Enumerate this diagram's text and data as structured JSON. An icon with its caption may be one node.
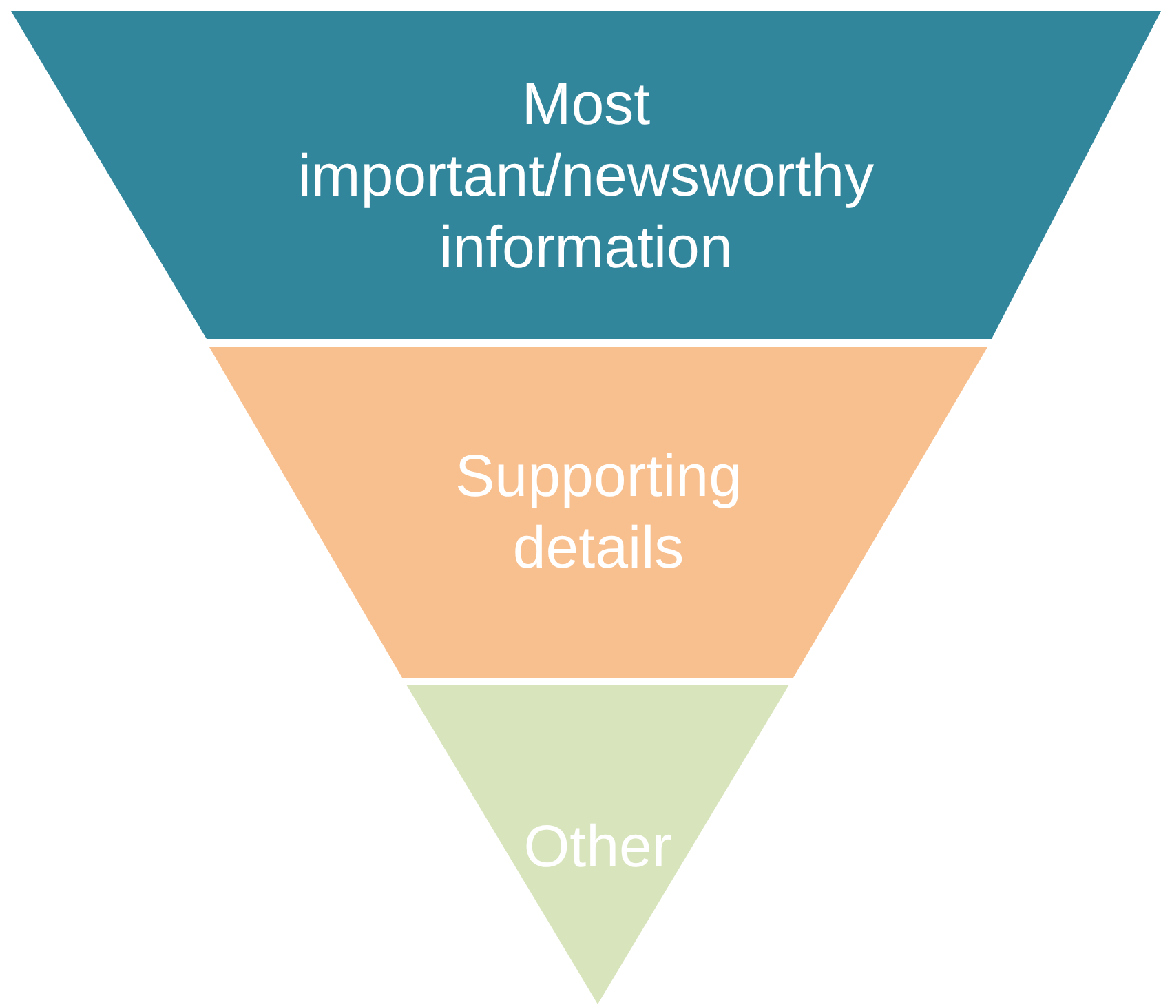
{
  "diagram": {
    "nodes": [
      {
        "text": [
          "Most important/newsworthy information"
        ]
      },
      {
        "text": [
          "Supporting details"
        ]
      },
      {
        "text": [
          "Other"
        ]
      }
    ]
  }
}
